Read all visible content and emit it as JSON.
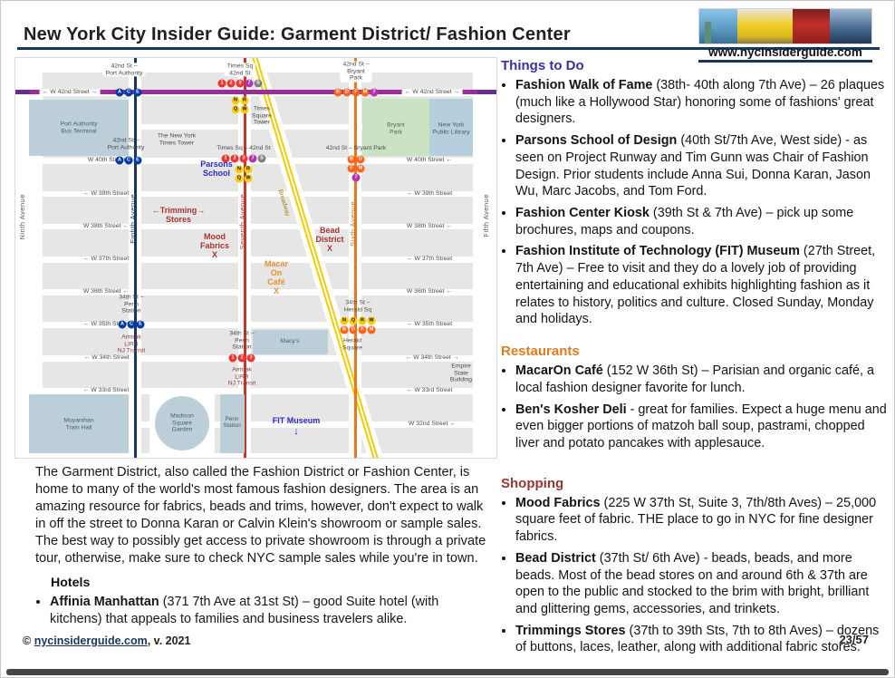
{
  "page": {
    "title": "New York City Insider Guide: Garment District/ Fashion Center",
    "website": "www.nycinsiderguide.com",
    "footer_prefix": "© ",
    "footer_link": "nycinsiderguide.com",
    "footer_suffix": ",  v. 2021",
    "page_number": "23/57"
  },
  "intro": {
    "text": "The Garment District, also called the Fashion District or Fashion Center, is home to many of the world's most famous fashion designers. The area is an amazing resource for fabrics, beads and trims, however, don't expect to walk in off the street to Donna Karan or Calvin Klein's showroom or sample sales. The best way to possibly get access to private showroom is through a private tour, otherwise, make sure to check NYC sample sales while you're in town."
  },
  "hotels": {
    "title": "Hotels",
    "items": [
      {
        "bold": "Affinia Manhattan",
        "text": " (371 7th Ave at 31st St) – good Suite hotel (with kitchens) that appeals to families and business travelers alike."
      }
    ]
  },
  "things": {
    "title": "Things to Do",
    "items": [
      {
        "bold": "Fashion Walk of Fame",
        "text": " (38th- 40th along 7th Ave) – 26 plaques (much like a Hollywood Star) honoring some of fashions' great designers."
      },
      {
        "bold": "Parsons School of Design",
        "text": " (40th St/7th Ave, West side) - as seen on Project Runway and Tim Gunn was Chair of Fashion Design. Prior students include Anna Sui, Donna Karan, Jason Wu, Marc Jacobs, and Tom Ford."
      },
      {
        "bold": "Fashion Center Kiosk",
        "text": " (39th St & 7th Ave) – pick up some brochures, maps and coupons."
      },
      {
        "bold": "Fashion Institute of Technology (FIT) Museum",
        "text": " (27th Street, 7th Ave) – Free to visit and they do a lovely job of providing entertaining and educational exhibits highlighting fashion as it relates to history, politics and culture. Closed Sunday, Monday and holidays."
      }
    ]
  },
  "restaurants": {
    "title": "Restaurants",
    "items": [
      {
        "bold": "MacarOn Café",
        "text": " (152 W 36th St) – Parisian and organic café, a local fashion designer favorite for lunch."
      },
      {
        "bold": "Ben's Kosher Deli",
        "text": " - great for families. Expect a huge menu and even bigger portions of matzoh ball soup, pastrami, chopped liver and potato pancakes with applesauce."
      }
    ]
  },
  "shopping": {
    "title": "Shopping",
    "items": [
      {
        "bold": "Mood Fabrics",
        "text": " (225 W 37th St, Suite 3, 7th/8th Aves) – 25,000 square feet of fabric. THE place to go in NYC for fine designer fabrics."
      },
      {
        "bold": "Bead District",
        "text": " (37th St/ 6th Ave) - beads, beads, and more beads. Most of the bead stores on and around 6th & 37th are open to the public and stocked to the brim with bright, brilliant and glittering gems, accessories, and trinkets."
      },
      {
        "bold": "Trimmings Stores",
        "text": " (37th to 39th Sts, 7th to 8th Aves) – dozens of buttons, laces, leather, along with additional fabric stores."
      }
    ]
  },
  "map": {
    "streets": {
      "s42l": "← W 42nd Street →",
      "s42r": "← W 42nd Street →",
      "s40l": "W 40th Street ←",
      "s40r": "W 40th Street ←",
      "s39l": "← W 39th Street",
      "s39r": "← W 39th Street",
      "s38l": "W 38th Street ←",
      "s38r": "W 38th Street ←",
      "s37l": "← W 37th Street",
      "s37r": "← W 37th Street",
      "s36l": "W 36th Street ←",
      "s36r": "W 36th Street ←",
      "s35l": "← W 35th Street",
      "s35r": "← W 35th Street",
      "s34l": "← W 34th Street →",
      "s34r": "← W 34th Street →",
      "s33l": "← W 33rd Street",
      "s33r": "← W 33rd Street",
      "s32r": "W 32nd Street ←"
    },
    "avenues": {
      "ninth": "Ninth Avenue",
      "eighth": "Eighth Avenue",
      "seventh": "Seventh Avenue",
      "sixth": "Sixth Avenue",
      "fifth": "Fifth Avenue",
      "broadway": "Broadway"
    },
    "stations": {
      "pa_top": {
        "name": "42nd St –\nPort Authority",
        "bullets": [
          {
            "t": "A",
            "c": "#0039A6"
          },
          {
            "t": "C",
            "c": "#0039A6"
          },
          {
            "t": "E",
            "c": "#0039A6"
          }
        ]
      },
      "ts_top": {
        "name": "Times Sq\n42nd St",
        "row1": [
          {
            "t": "1",
            "c": "#EE352E"
          },
          {
            "t": "2",
            "c": "#EE352E"
          },
          {
            "t": "3",
            "c": "#EE352E"
          },
          {
            "t": "7",
            "c": "#B933AD"
          },
          {
            "t": "S",
            "c": "#808183"
          }
        ],
        "row2": [
          {
            "t": "N",
            "c": "#FCCC0A",
            "d": "#111"
          },
          {
            "t": "R",
            "c": "#FCCC0A",
            "d": "#111"
          },
          {
            "t": "Q",
            "c": "#FCCC0A",
            "d": "#111"
          },
          {
            "t": "W",
            "c": "#FCCC0A",
            "d": "#111"
          }
        ]
      },
      "bp_top": {
        "name": "42nd St –\nBryant\nPark",
        "bullets": [
          {
            "t": "B",
            "c": "#FF6319"
          },
          {
            "t": "D",
            "c": "#FF6319"
          },
          {
            "t": "F",
            "c": "#FF6319"
          },
          {
            "t": "M",
            "c": "#FF6319"
          },
          {
            "t": "7",
            "c": "#B933AD"
          }
        ]
      },
      "pa_mid": {
        "name": "42nd St –\nPort Authority",
        "bullets": [
          {
            "t": "A",
            "c": "#0039A6"
          },
          {
            "t": "C",
            "c": "#0039A6"
          },
          {
            "t": "E",
            "c": "#0039A6"
          }
        ]
      },
      "ts_mid": {
        "name": "Times Sq – 42nd St",
        "row1": [
          {
            "t": "1",
            "c": "#EE352E"
          },
          {
            "t": "2",
            "c": "#EE352E"
          },
          {
            "t": "3",
            "c": "#EE352E"
          },
          {
            "t": "7",
            "c": "#B933AD"
          },
          {
            "t": "S",
            "c": "#808183"
          }
        ],
        "row2": [
          {
            "t": "N",
            "c": "#FCCC0A",
            "d": "#111"
          },
          {
            "t": "R",
            "c": "#FCCC0A",
            "d": "#111"
          },
          {
            "t": "Q",
            "c": "#FCCC0A",
            "d": "#111"
          },
          {
            "t": "W",
            "c": "#FCCC0A",
            "d": "#111"
          }
        ]
      },
      "bp_mid": {
        "name": "42nd St – Bryant Park",
        "grid": [
          {
            "t": "B",
            "c": "#FF6319"
          },
          {
            "t": "D",
            "c": "#FF6319"
          },
          {
            "t": "F",
            "c": "#FF6319"
          },
          {
            "t": "M",
            "c": "#FF6319"
          }
        ],
        "extra": [
          {
            "t": "7",
            "c": "#B933AD"
          }
        ]
      },
      "penn8": {
        "name": "34th St –\nPenn\nStation",
        "sub": "Amtrak\nLIRR\nNJ Transit",
        "bullets": [
          {
            "t": "A",
            "c": "#0039A6"
          },
          {
            "t": "C",
            "c": "#0039A6"
          },
          {
            "t": "E",
            "c": "#0039A6"
          }
        ]
      },
      "penn7": {
        "name": "34th St –\nPenn\nStation",
        "sub": "Amtrak\nLIRR\nNJ Transit",
        "bullets": [
          {
            "t": "1",
            "c": "#EE352E"
          },
          {
            "t": "2",
            "c": "#EE352E"
          },
          {
            "t": "3",
            "c": "#EE352E"
          }
        ]
      },
      "herald": {
        "name": "34th St –\nHerald Sq",
        "sub": "Herald\nSquare",
        "row1": [
          {
            "t": "N",
            "c": "#FCCC0A",
            "d": "#111"
          },
          {
            "t": "Q",
            "c": "#FCCC0A",
            "d": "#111"
          },
          {
            "t": "R",
            "c": "#FCCC0A",
            "d": "#111"
          },
          {
            "t": "W",
            "c": "#FCCC0A",
            "d": "#111"
          }
        ],
        "row2": [
          {
            "t": "B",
            "c": "#FF6319"
          },
          {
            "t": "D",
            "c": "#FF6319"
          },
          {
            "t": "F",
            "c": "#FF6319"
          },
          {
            "t": "M",
            "c": "#FF6319"
          }
        ]
      }
    },
    "buildings": {
      "pabt": "Port Authority\nBus Terminal",
      "nytt": "The New York\nTimes Tower",
      "tst": "Times\nSquare\nTower",
      "bryant": "Bryant\nPark",
      "nypl": "New York\nPublic Library",
      "macys": "Macy's",
      "esb": "Empire\nState\nBuilding",
      "moynihan": "Moyanihan\nTrain Hall",
      "msg": "Madison\nSquare\nGarden",
      "penn": "Penn\nStation"
    },
    "places": {
      "parsons": "Parsons\nSchool",
      "trimming": "←Trimming→\nStores",
      "mood": "Mood\nFabrics\nX",
      "bead": "Bead\nDistrict\nX",
      "macaron": "Macar\nOn\nCafé\nX",
      "fit": "FIT Museum",
      "fit_arrow": "↓"
    }
  }
}
